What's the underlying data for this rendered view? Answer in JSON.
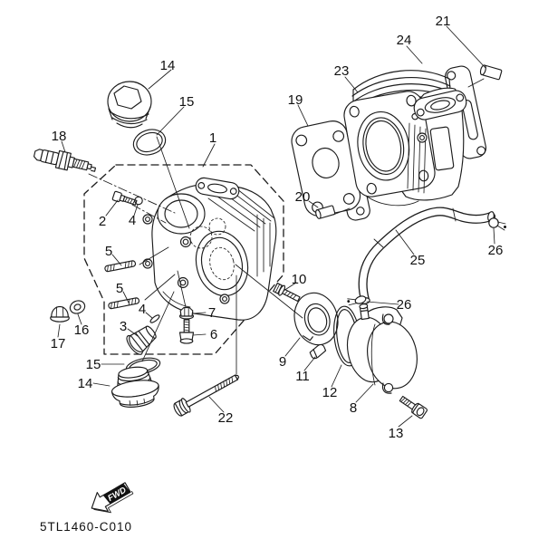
{
  "diagram": {
    "drawing_number": "5TL1460-C010",
    "fwd_label": "FWD",
    "callouts": {
      "c1": "1",
      "c2": "2",
      "c3": "3",
      "c4": "4",
      "c5": "5",
      "c6": "6",
      "c7": "7",
      "c8": "8",
      "c9": "9",
      "c10": "10",
      "c11": "11",
      "c12": "12",
      "c13": "13",
      "c14": "14",
      "c15": "15",
      "c16": "16",
      "c17": "17",
      "c18": "18",
      "c19": "19",
      "c20": "20",
      "c21": "21",
      "c22": "22",
      "c23": "23",
      "c24": "24",
      "c25": "25",
      "c26": "26"
    }
  }
}
